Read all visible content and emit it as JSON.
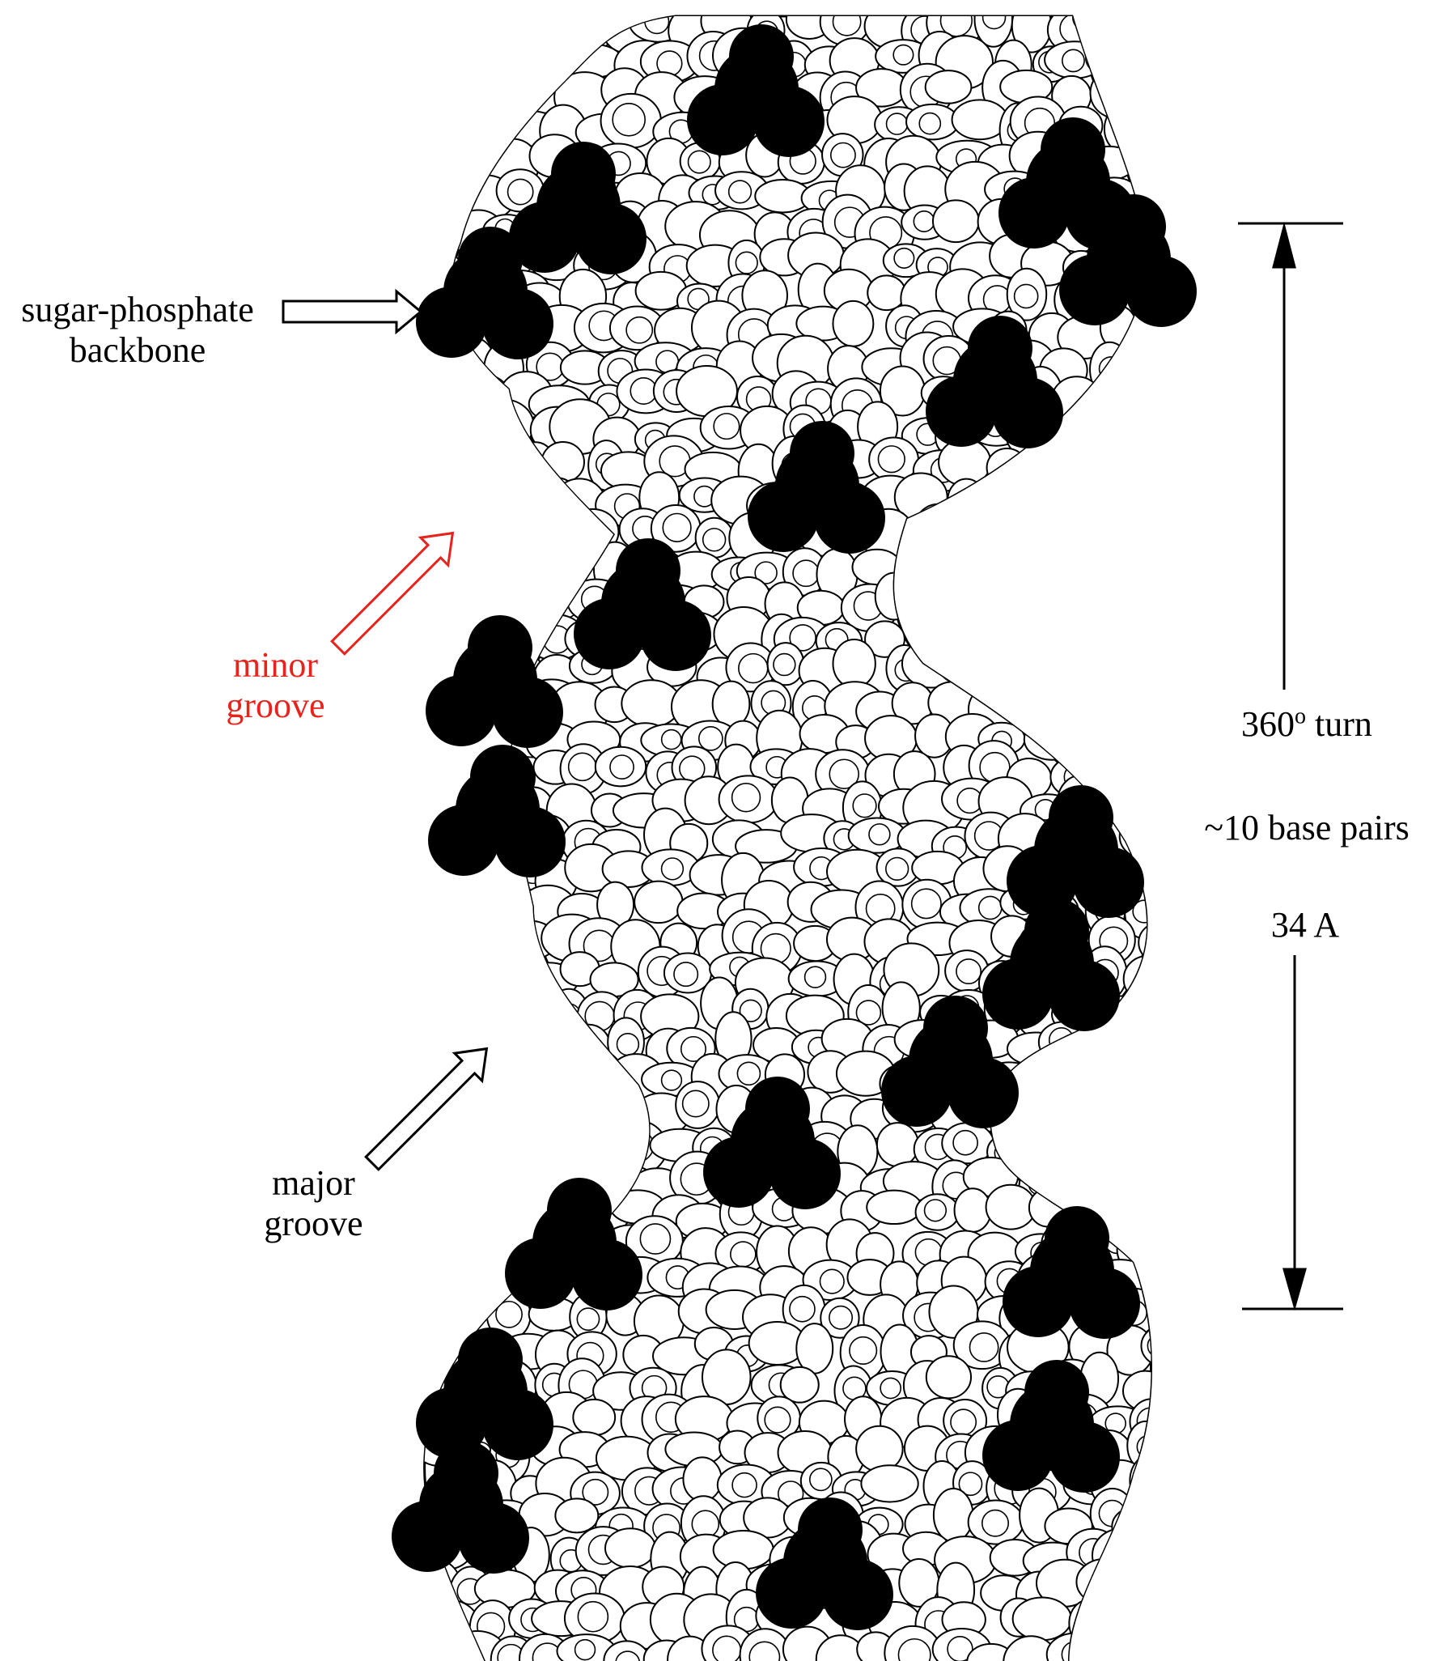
{
  "colors": {
    "background": "#ffffff",
    "ink": "#000000",
    "phosphate": "#000000",
    "atom_fill": "#ffffff",
    "minor_groove": "#e8231c"
  },
  "icons": {
    "backbone_pointer": "hollow-arrow-right-icon",
    "minor_pointer": "hollow-arrow-up-right-icon",
    "major_pointer": "hollow-arrow-up-right-icon",
    "dimension": "double-headed-dimension-arrow-icon"
  },
  "labels": {
    "backbone": [
      "sugar-phosphate",
      "backbone"
    ],
    "minor_groove": [
      "minor",
      "groove"
    ],
    "major_groove": [
      "major",
      "groove"
    ],
    "turn": {
      "value": "360",
      "superscript": "o",
      "unit": "turn"
    },
    "base_pairs": "~10 base pairs",
    "length": "34 A"
  }
}
